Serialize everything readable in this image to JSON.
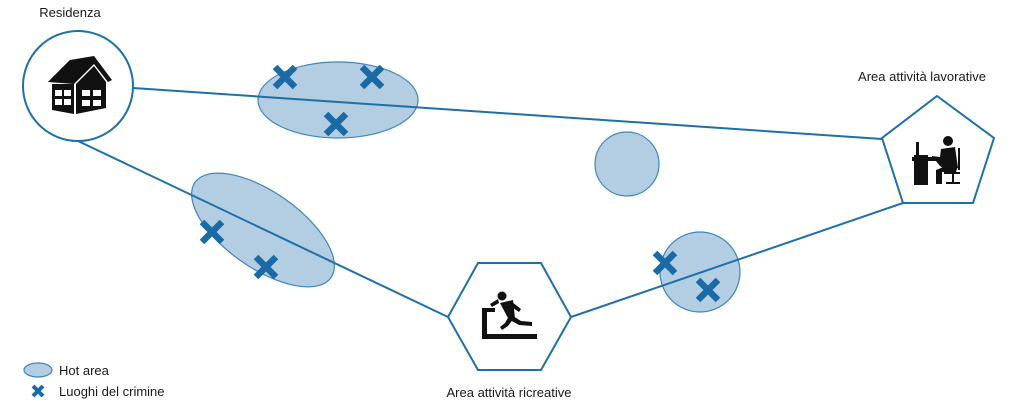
{
  "diagram": {
    "nodes": {
      "residence": {
        "label": "Residenza",
        "icon": "house-icon"
      },
      "work": {
        "label": "Area attività lavorative",
        "icon": "office-worker-icon"
      },
      "recreation": {
        "label": "Area attività ricreative",
        "icon": "treadmill-runner-icon"
      }
    },
    "routes": [
      {
        "from": "residence",
        "to": "work"
      },
      {
        "from": "residence",
        "to": "recreation"
      },
      {
        "from": "recreation",
        "to": "work"
      }
    ],
    "hot_areas_count": 4,
    "crime_locations_count": 7
  },
  "legend": {
    "items": [
      {
        "symbol": "hot-area-ellipse",
        "label": "Hot area"
      },
      {
        "symbol": "crime-x-icon",
        "label": "Luoghi del crimine"
      }
    ]
  },
  "colors": {
    "route": "#1f6fa8",
    "hot_area_fill": "#b3cde3",
    "hot_area_stroke": "#3f86bd",
    "crime_marker": "#1a6aa6",
    "icon": "#111111"
  }
}
